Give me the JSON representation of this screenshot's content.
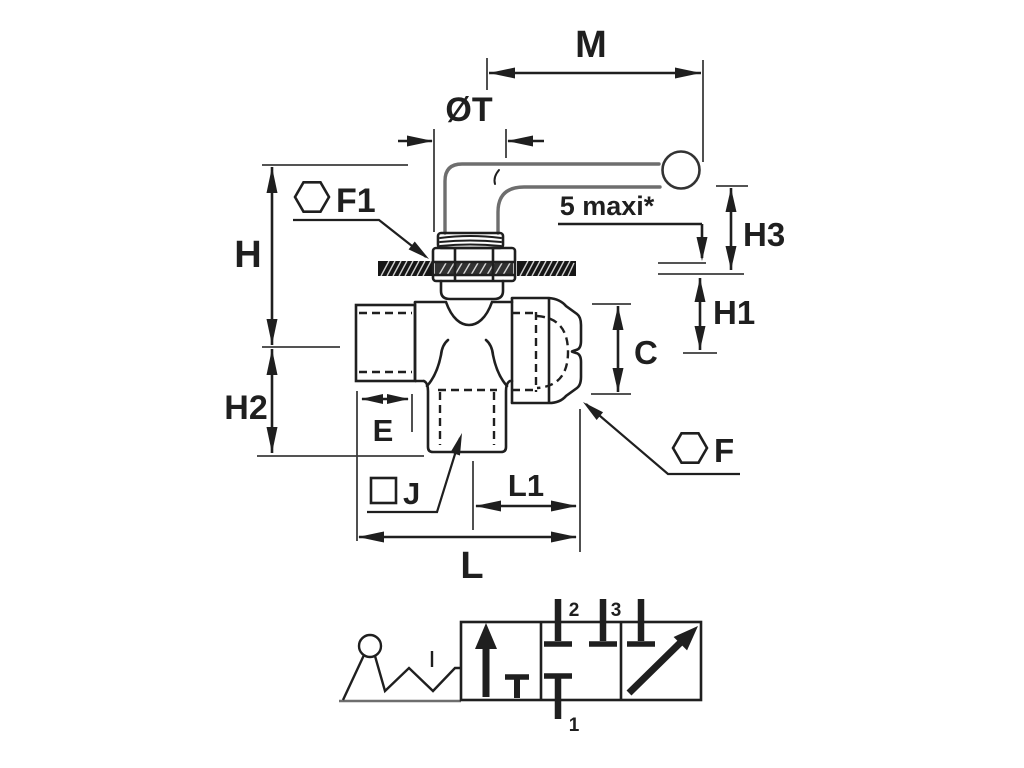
{
  "drawing": {
    "dimensions": {
      "m": "M",
      "ot": "ØT",
      "f1": "F1",
      "h": "H",
      "h2": "H2",
      "h3": "H3",
      "h1": "H1",
      "c": "C",
      "e": "E",
      "f": "F",
      "j": "J",
      "l1": "L1",
      "l": "L",
      "panel_note": "5 maxi*"
    },
    "colors": {
      "line": "#1f1f1f",
      "soft_line": "#6e6e6e",
      "thin_line": "#3c3c3c",
      "hatch": "#161616",
      "bg": "#ffffff"
    }
  },
  "schematic": {
    "port1": "1",
    "port2": "2",
    "port3": "3"
  }
}
